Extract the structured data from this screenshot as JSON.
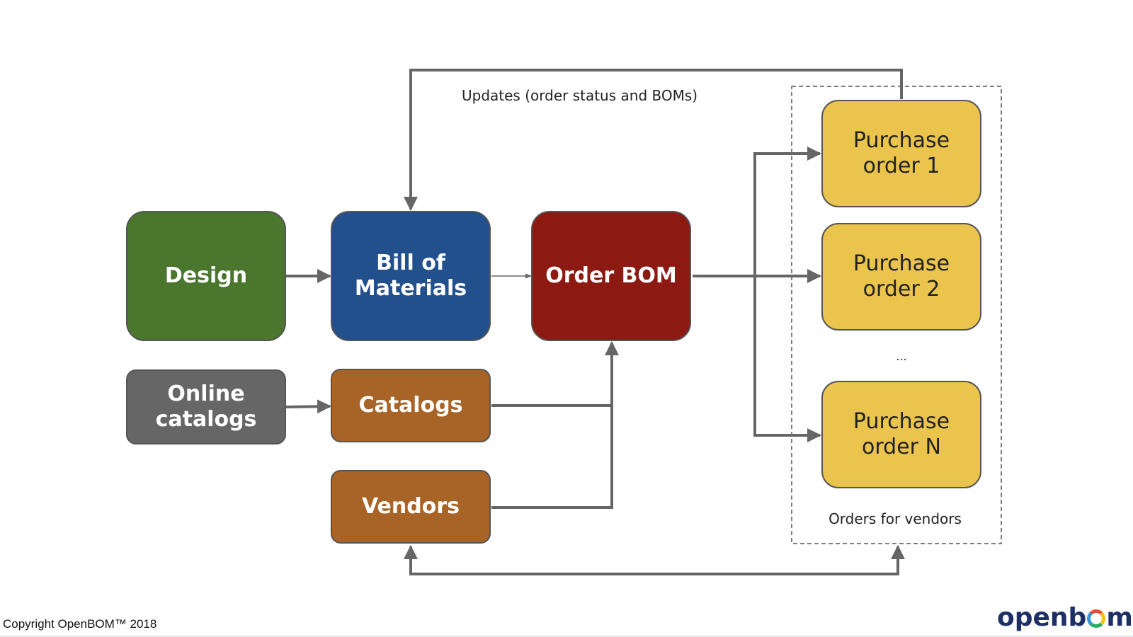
{
  "nodes": {
    "design": {
      "label": "Design",
      "color": "#4a762d"
    },
    "bom": {
      "label": "Bill of\nMaterials",
      "color": "#21508c"
    },
    "order_bom": {
      "label": "Order BOM",
      "color": "#8c1a13"
    },
    "online_catalogs": {
      "label": "Online\ncatalogs",
      "color": "#666666"
    },
    "catalogs": {
      "label": "Catalogs",
      "color": "#a86426"
    },
    "vendors": {
      "label": "Vendors",
      "color": "#a86426"
    },
    "po1": {
      "label": "Purchase\norder 1",
      "color": "#ebc44d"
    },
    "po2": {
      "label": "Purchase\norder 2",
      "color": "#ebc44d"
    },
    "poN": {
      "label": "Purchase\norder N",
      "color": "#ebc44d"
    }
  },
  "labels": {
    "updates": "Updates (order status and BOMs)",
    "ellipsis": "...",
    "orders_for_vendors": "Orders for vendors"
  },
  "footer": {
    "copyright": "Copyright OpenBOM™ 2018",
    "logo_left": "openb",
    "logo_right": "m"
  },
  "colors": {
    "connector": "#666666"
  }
}
